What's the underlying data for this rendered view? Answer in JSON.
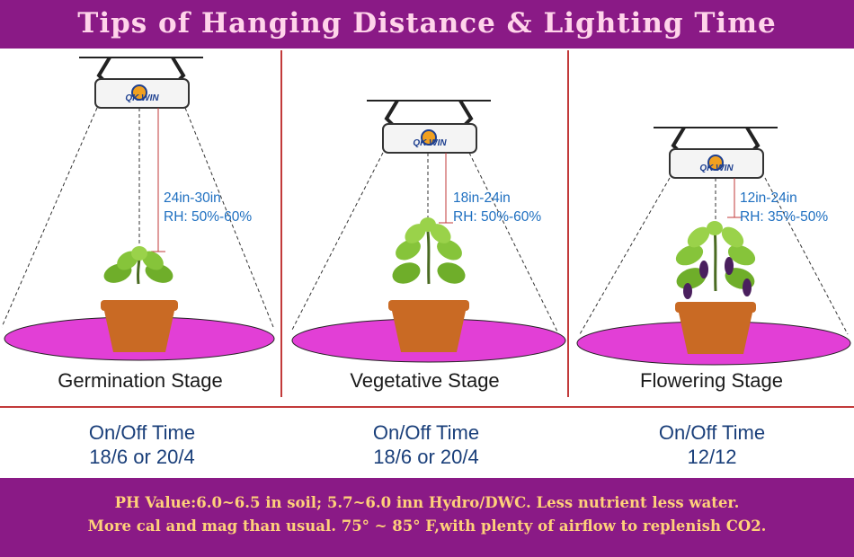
{
  "header": {
    "title": "Tips of Hanging Distance & Lighting Time"
  },
  "brand": {
    "logo_text": "QK WIN"
  },
  "colors": {
    "banner": "#8a1a86",
    "title_text": "#ffd4ea",
    "footer_text": "#ffd07a",
    "divider": "#c23a3a",
    "light_spot": "#e23fd6",
    "distance_text": "#1e6fc0",
    "time_text": "#1a3f7a"
  },
  "stages": [
    {
      "name": "Germination Stage",
      "distance": "24in-30in",
      "humidity": "RH: 50%-60%",
      "time_label": "On/Off Time",
      "time_value": "18/6 or 20/4"
    },
    {
      "name": "Vegetative Stage",
      "distance": "18in-24in",
      "humidity": "RH: 50%-60%",
      "time_label": "On/Off Time",
      "time_value": "18/6 or 20/4"
    },
    {
      "name": "Flowering Stage",
      "distance": "12in-24in",
      "humidity": "RH: 35%-50%",
      "time_label": "On/Off Time",
      "time_value": "12/12"
    }
  ],
  "footer": {
    "line1": "PH Value:6.0~6.5 in soil; 5.7~6.0 inn Hydro/DWC. Less nutrient less water.",
    "line2": "More cal and mag than usual. 75° ~ 85° F,with plenty of airflow to replenish CO2."
  }
}
